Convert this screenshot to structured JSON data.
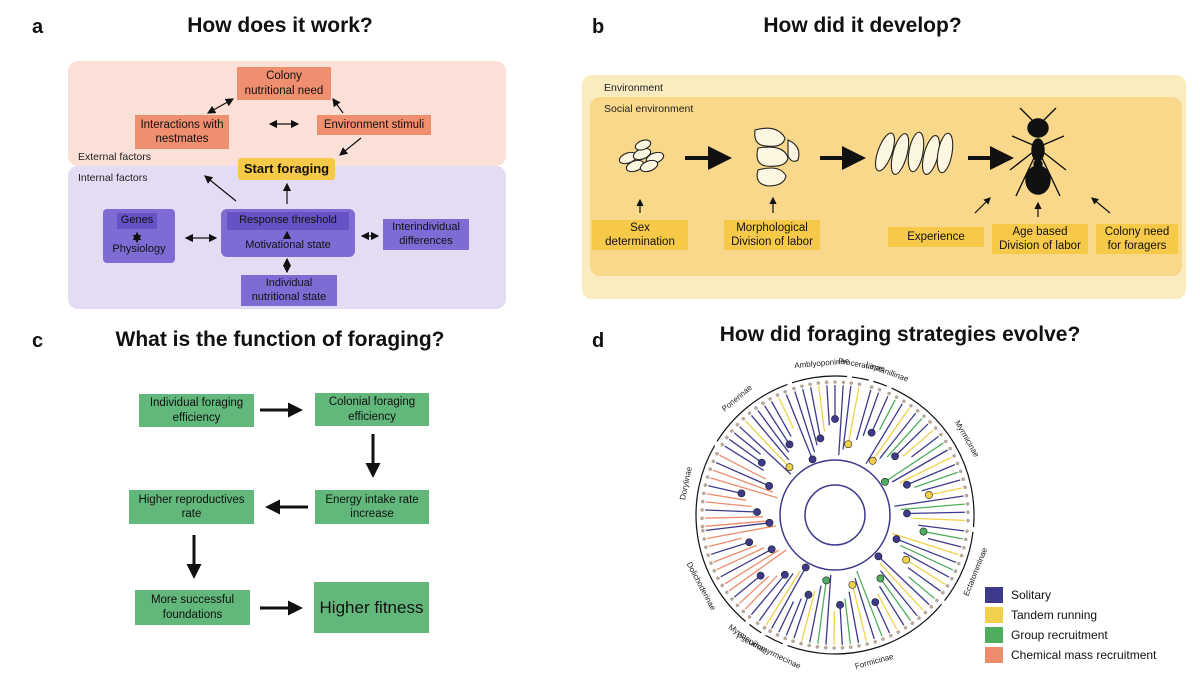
{
  "panel_a": {
    "letter": "a",
    "title": "How does it work?",
    "external_label": "External factors",
    "internal_label": "Internal factors",
    "colony_need": "Colony nutritional need",
    "interactions": "Interactions with nestmates",
    "env_stimuli": "Environment stimuli",
    "start_foraging": "Start foraging",
    "genes": "Genes",
    "physiology": "Physiology",
    "response_threshold": "Response threshold",
    "motivational_state": "Motivational state",
    "interindividual": "Interindividual differences",
    "individual_state": "Individual nutritional state",
    "colors": {
      "external_bg": "#fbe0d8",
      "internal_bg": "#e3dcf3",
      "salmon": "#f08e70",
      "purple": "#7e6bd3",
      "yellow": "#f7c948"
    }
  },
  "panel_b": {
    "letter": "b",
    "title": "How did it develop?",
    "environment_label": "Environment",
    "social_label": "Social environment",
    "sex_determination": "Sex determination",
    "morphological": "Morphological Division of labor",
    "experience": "Experience",
    "age_based": "Age based Division of labor",
    "colony_need_foragers": "Colony need for foragers",
    "icons": [
      "eggs-icon",
      "larvae-icon",
      "pupae-icon",
      "ant-icon"
    ]
  },
  "panel_c": {
    "letter": "c",
    "title": "What is the function of foraging?",
    "individual_efficiency": "Individual foraging efficiency",
    "colonial_efficiency": "Colonial foraging efficiency",
    "energy_intake": "Energy intake rate increase",
    "reproductives": "Higher reproductives rate",
    "foundations": "More successful foundations",
    "fitness": "Higher fitness",
    "colors": {
      "green": "#62b77a"
    }
  },
  "panel_d": {
    "letter": "d",
    "title": "How did foraging strategies evolve?",
    "subfamilies": [
      "Dorylinae",
      "Ponerinae",
      "Amblyoponinae",
      "Proceratiinae",
      "Leptanillinae",
      "Myrmicinae",
      "Ectatomminae",
      "Formicinae",
      "Pseudomyrmecinae",
      "Myrmeciinae",
      "Dolichoderinae"
    ],
    "legend": [
      {
        "label": "Solitary",
        "color": "#3d3a8c"
      },
      {
        "label": "Tandem running",
        "color": "#f2d14a"
      },
      {
        "label": "Group recruitment",
        "color": "#4fae5e"
      },
      {
        "label": "Chemical mass recruitment",
        "color": "#ee8b6d"
      }
    ]
  }
}
